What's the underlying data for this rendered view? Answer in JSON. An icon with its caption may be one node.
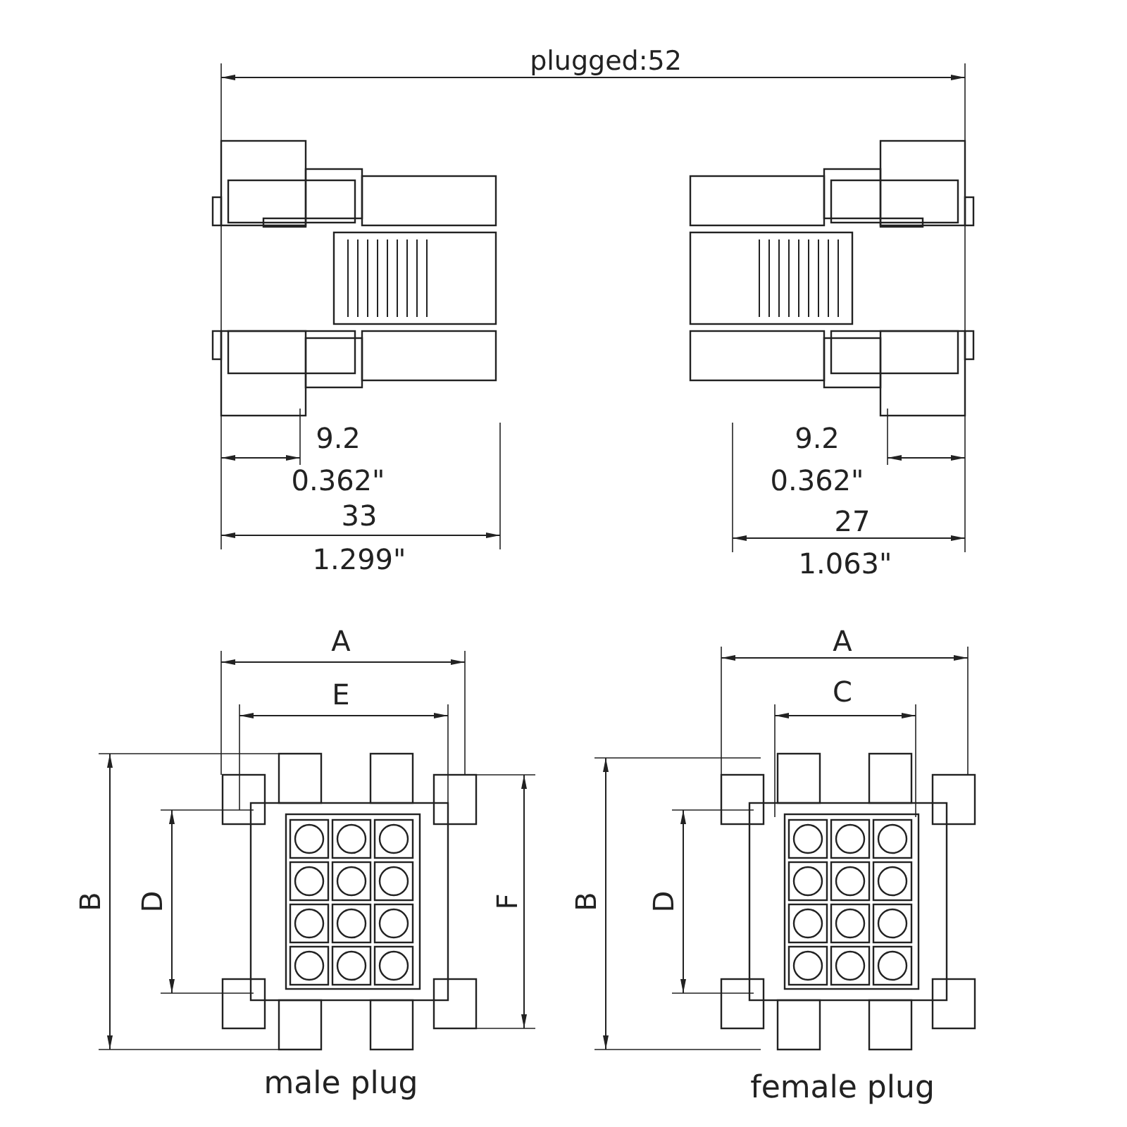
{
  "diagram": {
    "labels": [
      "plugged:52",
      "9.2",
      "0.362\"",
      "33",
      "1.299\"",
      "9.2",
      "0.362\"",
      "27",
      "1.063\"",
      "A",
      "E",
      "B",
      "D",
      "F",
      "male plug",
      "A",
      "C",
      "B",
      "D",
      "female plug"
    ]
  }
}
